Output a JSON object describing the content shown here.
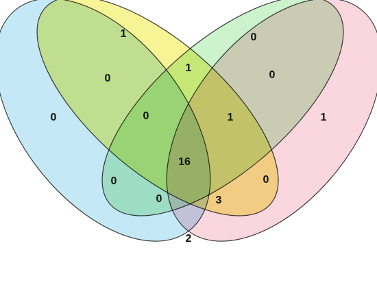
{
  "colors": {
    "set_a": "#bfe6f6",
    "set_b": "#f6f38a",
    "set_c": "#c8f2c6",
    "set_d": "#f9d2dc",
    "outline": "#3b3b3b",
    "text": "#111111"
  },
  "regions": {
    "a_only": "0",
    "b_only": "1",
    "c_only": "0",
    "d_only": "1",
    "ab": "0",
    "bc": "1",
    "cd": "0",
    "ac": "0",
    "bd": "0",
    "abc": "0",
    "bcd": "1",
    "abd": "0",
    "acd": "3",
    "abcd": "16",
    "ad": "2"
  }
}
